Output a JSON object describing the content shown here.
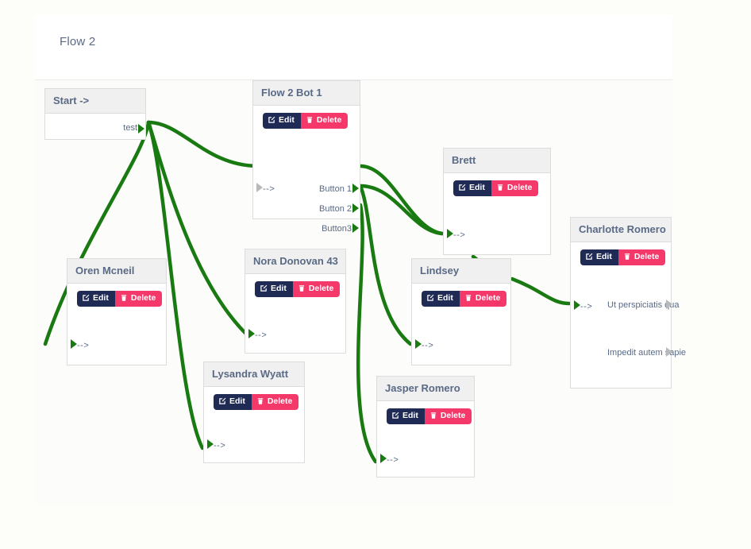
{
  "page": {
    "background_color": "#fdfdfa",
    "canvas_color": "#fcfcfa"
  },
  "header": {
    "title": "Flow 2"
  },
  "theme": {
    "edge_color": "#1a7a12",
    "edit_button_color": "#1f2a55",
    "delete_button_color": "#f5386a",
    "node_header_color": "#f0f0f0",
    "text_color": "#5a6a85"
  },
  "buttons": {
    "edit_label": "Edit",
    "delete_label": "Delete",
    "edit_icon": "pencil-square-icon",
    "delete_icon": "trash-icon"
  },
  "nodes": [
    {
      "id": "start",
      "title": "Start ->",
      "has_actions": false,
      "inputs": [],
      "outputs": [
        "test"
      ]
    },
    {
      "id": "flow-2-bot-1",
      "title": "Flow 2 Bot 1",
      "has_actions": true,
      "inputs": [
        "-->"
      ],
      "outputs": [
        "Button 1",
        "Button 2",
        "Button3"
      ]
    },
    {
      "id": "oren-mcneil",
      "title": "Oren Mcneil",
      "has_actions": true,
      "inputs": [
        "-->"
      ],
      "outputs": []
    },
    {
      "id": "nora-donovan-43",
      "title": "Nora Donovan 43",
      "has_actions": true,
      "inputs": [
        "-->"
      ],
      "outputs": []
    },
    {
      "id": "lysandra-wyatt",
      "title": "Lysandra Wyatt",
      "has_actions": true,
      "inputs": [
        "-->"
      ],
      "outputs": []
    },
    {
      "id": "brett",
      "title": "Brett",
      "has_actions": true,
      "inputs": [
        "-->"
      ],
      "outputs": []
    },
    {
      "id": "lindsey",
      "title": "Lindsey",
      "has_actions": true,
      "inputs": [
        "-->"
      ],
      "outputs": []
    },
    {
      "id": "jasper-romero",
      "title": "Jasper Romero",
      "has_actions": true,
      "inputs": [
        "-->"
      ],
      "outputs": []
    },
    {
      "id": "charlotte-romero",
      "title": "Charlotte Romero",
      "has_actions": true,
      "inputs": [
        "-->"
      ],
      "outputs": [
        "Ut perspiciatis qua",
        "Impedit autem sapie"
      ]
    }
  ],
  "node_text": {
    "start_title": "Start ->",
    "start_out_test": "test",
    "bot_title": "Flow 2 Bot 1",
    "bot_in": "-->",
    "bot_out_1": "Button 1",
    "bot_out_2": "Button 2",
    "bot_out_3": "Button3",
    "oren_title": "Oren Mcneil",
    "oren_in": "-->",
    "nora_title": "Nora Donovan 43",
    "nora_in": "-->",
    "lysandra_title": "Lysandra Wyatt",
    "lysandra_in": "-->",
    "brett_title": "Brett",
    "brett_in": "-->",
    "lindsey_title": "Lindsey",
    "lindsey_in": "-->",
    "jasper_title": "Jasper Romero",
    "jasper_in": "-->",
    "charlotte_title": "Charlotte Romero",
    "charlotte_in": "-->",
    "charlotte_out_1": "Ut perspiciatis qua",
    "charlotte_out_2": "Impedit autem sapie"
  },
  "edges": [
    {
      "from": "start.test",
      "to": "flow-2-bot-1.in"
    },
    {
      "from": "start.test",
      "to": "oren-mcneil.in"
    },
    {
      "from": "start.test",
      "to": "nora-donovan-43.in"
    },
    {
      "from": "start.test",
      "to": "lysandra-wyatt.in"
    },
    {
      "from": "flow-2-bot-1.Button 1",
      "to": "brett.in"
    },
    {
      "from": "flow-2-bot-1.Button 2",
      "to": "brett.in"
    },
    {
      "from": "flow-2-bot-1.Button 2",
      "to": "lindsey.in"
    },
    {
      "from": "flow-2-bot-1.Button3",
      "to": "jasper-romero.in"
    },
    {
      "from": "brett.out",
      "to": "lindsey.in"
    },
    {
      "from": "lindsey.out",
      "to": "charlotte-romero.in"
    }
  ]
}
